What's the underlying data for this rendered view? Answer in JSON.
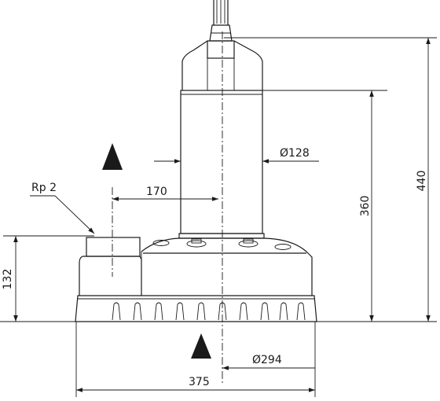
{
  "dimensions": {
    "total_height": "440",
    "motor_height": "360",
    "outlet_height": "132",
    "motor_diameter": "Ø128",
    "outlet_offset": "170",
    "base_radius": "Ø294",
    "base_width": "375",
    "outlet_thread": "Rp 2"
  },
  "colors": {
    "line": "#1a1a1a",
    "background": "#ffffff"
  }
}
